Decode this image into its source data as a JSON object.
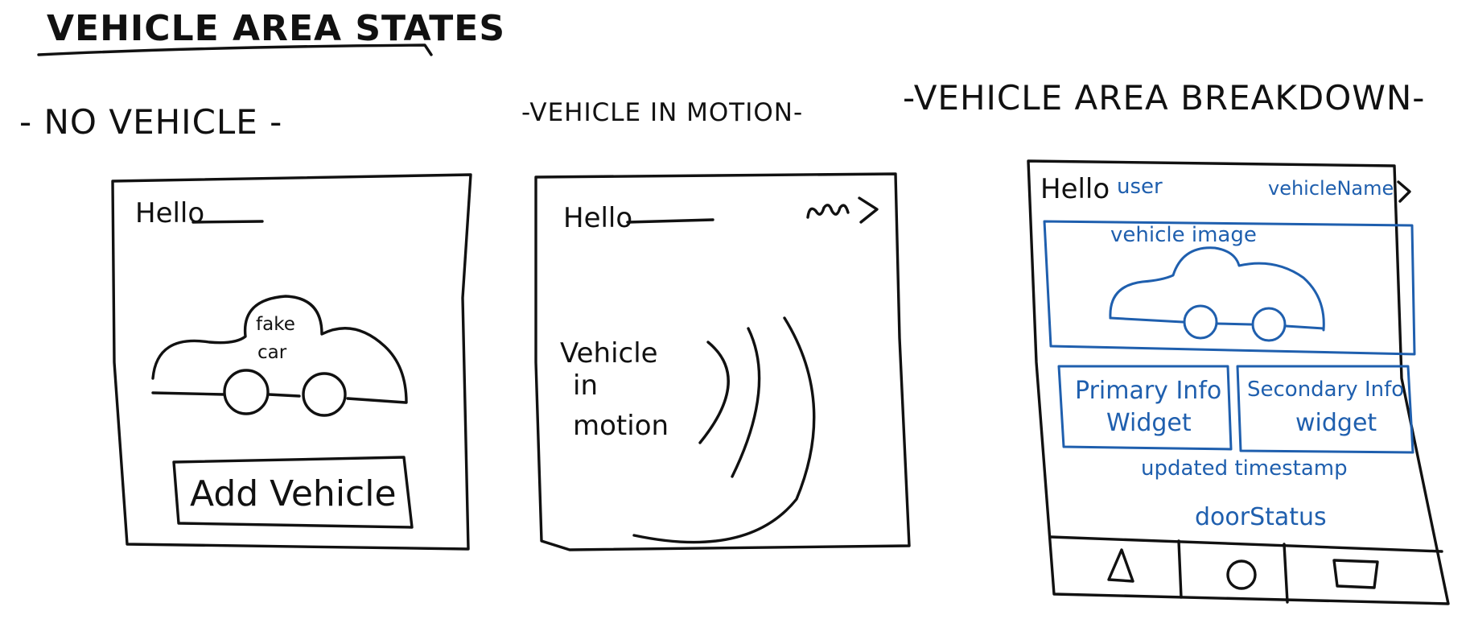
{
  "title": "VEHICLE AREA STATES",
  "colors": {
    "ink": "#111111",
    "annotation": "#1f5fae",
    "background": "#ffffff"
  },
  "states": {
    "no_vehicle": {
      "heading": "- NO VEHICLE -",
      "greeting": "Hello",
      "car_label_line1": "fake",
      "car_label_line2": "car",
      "button_label": "Add Vehicle"
    },
    "in_motion": {
      "heading": "-VEHICLE IN MOTION-",
      "greeting": "Hello",
      "caption_line1": "Vehicle",
      "caption_line2": "in",
      "caption_line3": "motion"
    },
    "breakdown": {
      "heading": "-VEHICLE AREA BREAKDOWN-",
      "greeting": "Hello",
      "user_label": "user",
      "vehicle_name_label": "vehicleName",
      "vehicle_image_label": "vehicle image",
      "primary_widget_line1": "Primary Info",
      "primary_widget_line2": "Widget",
      "secondary_widget_line1": "Secondary Info",
      "secondary_widget_line2": "widget",
      "timestamp_label": "updated timestamp",
      "door_status_label": "doorStatus",
      "nav_icons": [
        "triangle-icon",
        "circle-icon",
        "square-icon"
      ]
    }
  }
}
